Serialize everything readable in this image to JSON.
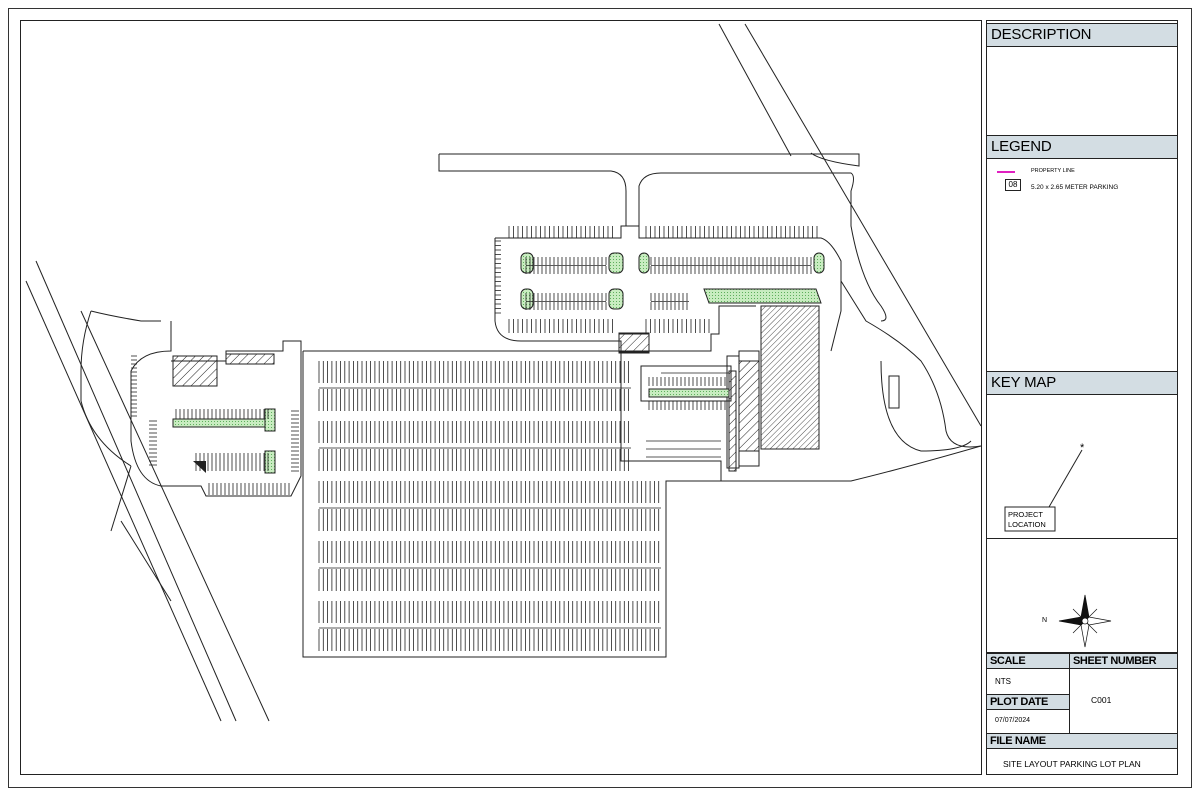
{
  "title_block": {
    "description_label": "DESCRIPTION",
    "legend_label": "LEGEND",
    "key_map_label": "KEY MAP",
    "scale_label": "SCALE",
    "scale_value": "NTS",
    "sheet_number_label": "SHEET NUMBER",
    "sheet_number_value": "C001",
    "plot_date_label": "PLOT DATE",
    "plot_date_value": "07/07/2024",
    "file_name_label": "FILE NAME",
    "file_name_value": "SITE LAYOUT PARKING LOT PLAN"
  },
  "legend": {
    "property_line": "PROPERTY LINE",
    "parking_tag": "08",
    "parking_desc": "5.20 x 2.65 METER PARKING",
    "property_line_color": "#e020c0"
  },
  "key_map": {
    "project_location_line1": "PROJECT",
    "project_location_line2": "LOCATION",
    "north_label": "N"
  },
  "colors": {
    "header_fill": "#d3dde3",
    "landscape_green": "#b8e6b0"
  }
}
